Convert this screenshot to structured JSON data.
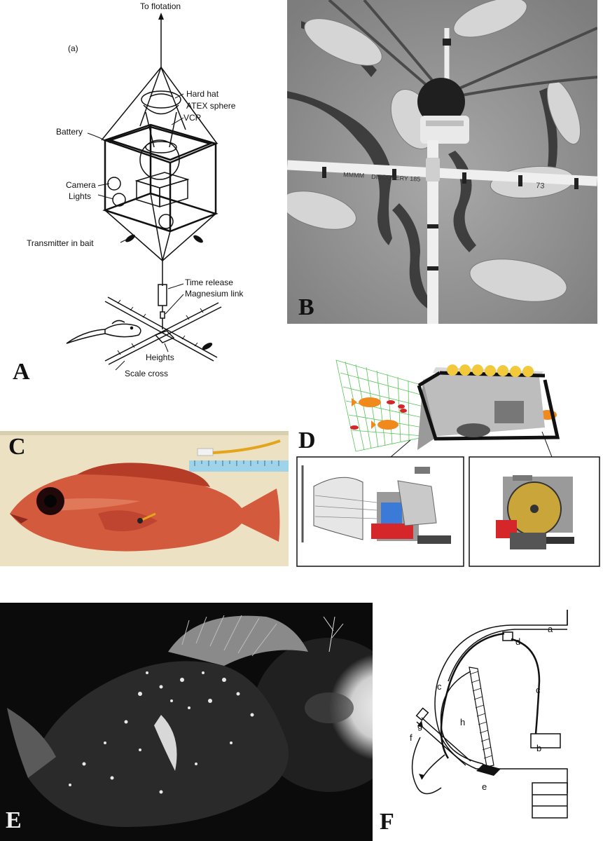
{
  "panels": {
    "a": {
      "letter": "A",
      "sub": "(a)",
      "labels": {
        "flotation": "To flotation",
        "hardhat": "Hard hat",
        "atex": "ATEX sphere",
        "vcr": "VCR",
        "battery": "Battery",
        "camera": "Camera",
        "lights": "Lights",
        "transmitter": "Transmitter in bait",
        "release": "Time release",
        "magnesium": "Magnesium link",
        "heights": "Heights",
        "scale": "Scale cross"
      }
    },
    "b": {
      "letter": "B",
      "pipe_text_1": "DISCOVERY 185",
      "pipe_text_2": "MMMM",
      "pipe_number": "73"
    },
    "c": {
      "letter": "C"
    },
    "d": {
      "letter": "D"
    },
    "e": {
      "letter": "E"
    },
    "f": {
      "letter": "F",
      "parts": {
        "a": "a",
        "b": "b",
        "c1": "c",
        "c2": "c",
        "d": "d",
        "e": "e",
        "f": "f",
        "g": "g",
        "h": "h"
      }
    }
  }
}
